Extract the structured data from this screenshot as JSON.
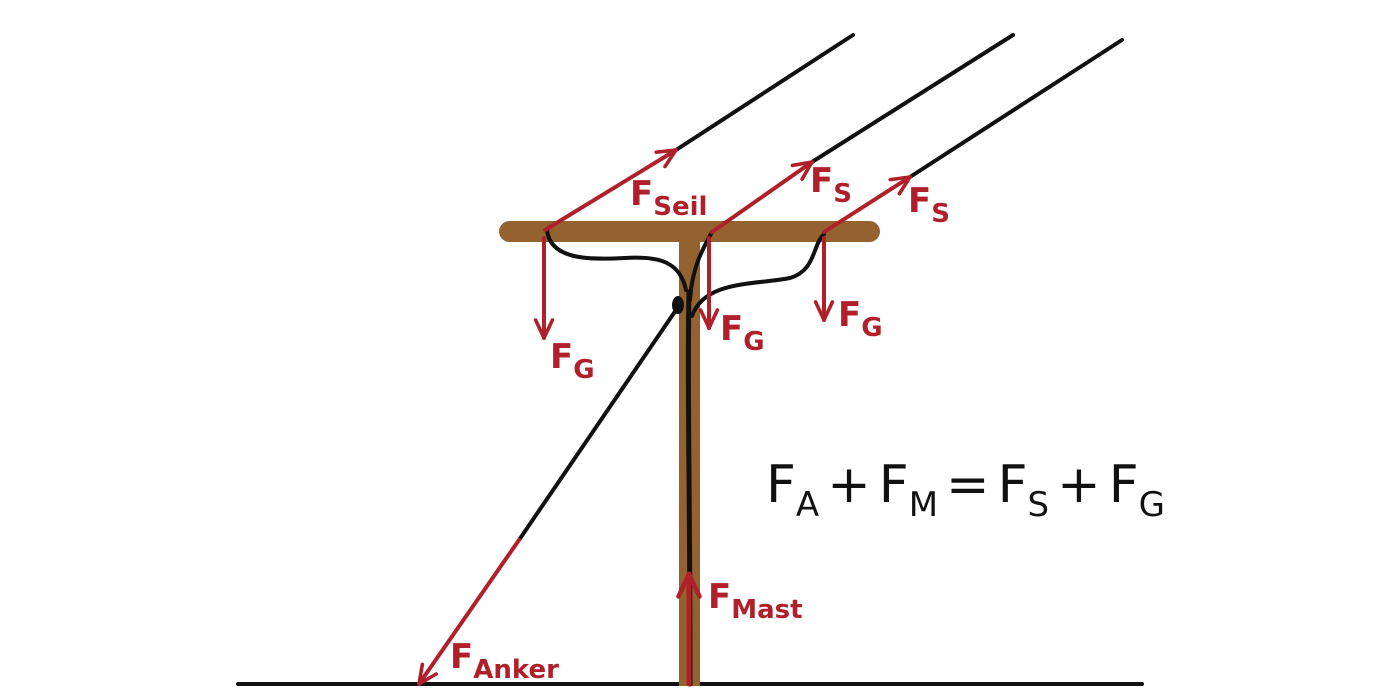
{
  "colors": {
    "pole": "#93622f",
    "force": "#b0202a",
    "wire": "#111111",
    "background": "#ffffff"
  },
  "labels": {
    "f_seil": {
      "main": "F",
      "sub": "Seil"
    },
    "f_s_middle": {
      "main": "F",
      "sub": "S"
    },
    "f_s_right": {
      "main": "F",
      "sub": "S"
    },
    "f_g_left": {
      "main": "F",
      "sub": "G"
    },
    "f_g_middle": {
      "main": "F",
      "sub": "G"
    },
    "f_g_right": {
      "main": "F",
      "sub": "G"
    },
    "f_mast": {
      "main": "F",
      "sub": "Mast"
    },
    "f_anker": {
      "main": "F",
      "sub": "Anker"
    }
  },
  "equation": {
    "t1_main": "F",
    "t1_sub": "A",
    "op1": "+",
    "t2_main": "F",
    "t2_sub": "M",
    "eq": "=",
    "t3_main": "F",
    "t3_sub": "S",
    "op2": "+",
    "t4_main": "F",
    "t4_sub": "G"
  }
}
